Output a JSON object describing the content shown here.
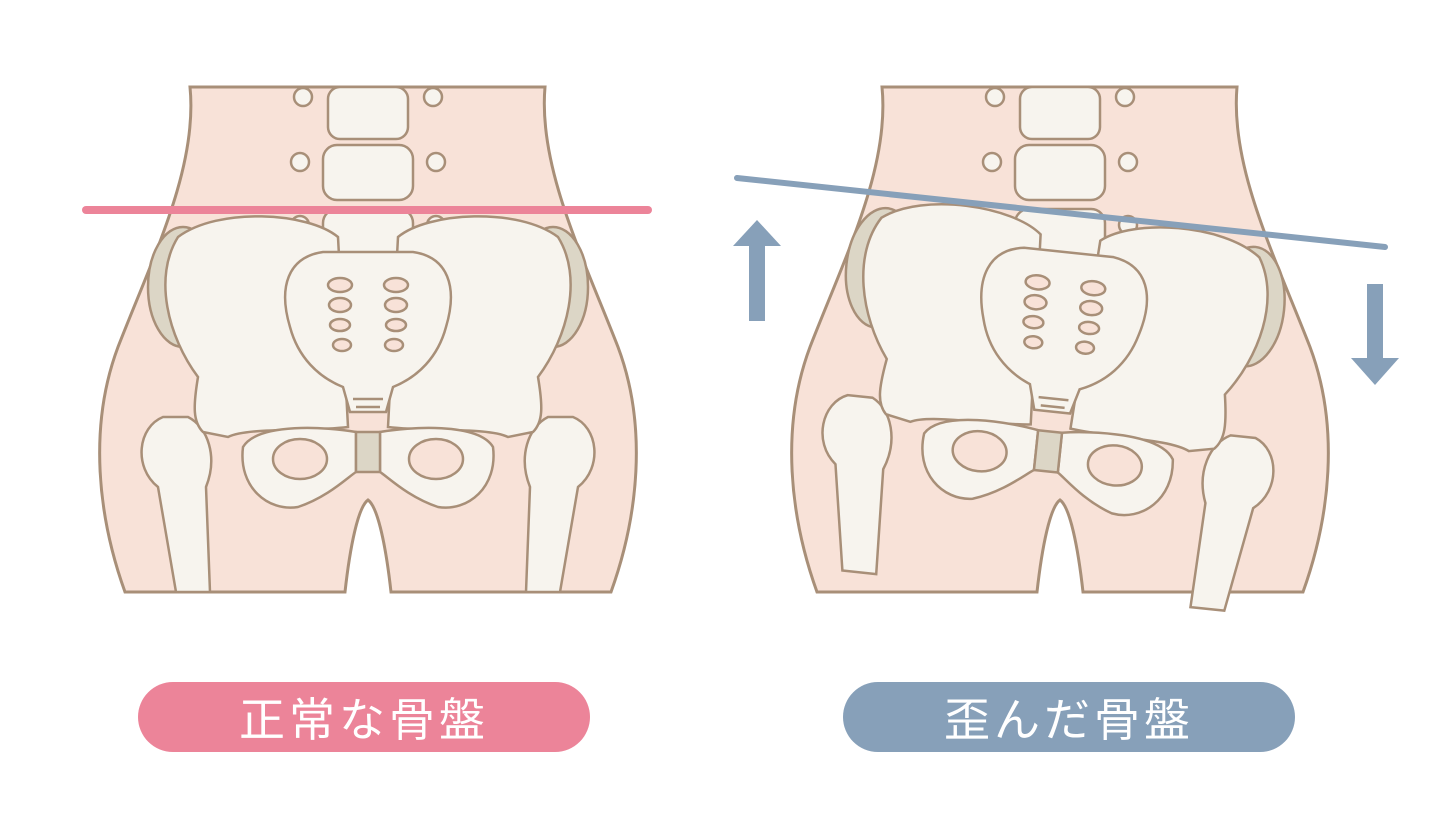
{
  "panels": [
    {
      "label": "正常な骨盤",
      "line_color": "#ec8499",
      "badge_color": "#ec8499",
      "tilt_degrees": 0
    },
    {
      "label": "歪んだ骨盤",
      "line_color": "#87a0b9",
      "badge_color": "#87a0b9",
      "tilt_degrees": 6,
      "arrows": [
        "arrow-up-icon",
        "arrow-down-icon"
      ]
    }
  ],
  "colors": {
    "skin": "#f8e2d8",
    "outline": "#a88f78",
    "bone": "#f7f4ee",
    "cartilage": "#dcd6c6"
  }
}
